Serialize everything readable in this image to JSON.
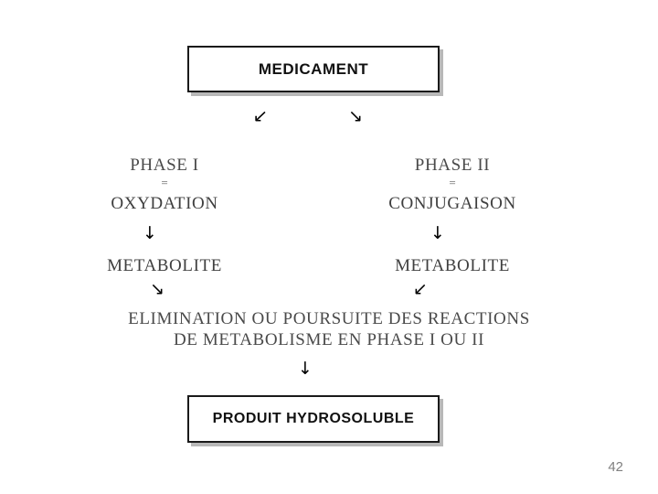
{
  "slide": {
    "page_number": "42",
    "background_color": "#ffffff"
  },
  "diagram": {
    "title_box": {
      "label": "MEDICAMENT"
    },
    "branches": [
      {
        "phase_label": "PHASE I",
        "separator": "=",
        "reaction": "OXYDATION",
        "product": "METABOLITE"
      },
      {
        "phase_label": "PHASE II",
        "separator": "=",
        "reaction": "CONJUGAISON",
        "product": "METABOLITE"
      }
    ],
    "merge_text": {
      "line1": "ELIMINATION OU POURSUITE DES REACTIONS",
      "line2": "DE METABOLISME EN PHASE I OU II"
    },
    "result_box": {
      "label": "PRODUIT HYDROSOLUBLE"
    },
    "arrows": {
      "down_left": "↙",
      "down_right": "↘",
      "down": "↓"
    }
  }
}
